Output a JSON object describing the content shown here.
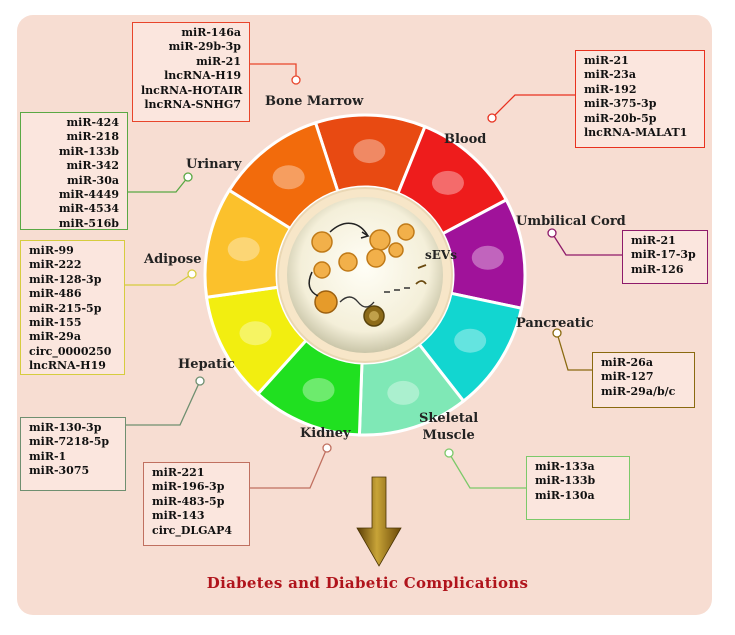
{
  "title": "Diabetes and Diabetic Complications",
  "center": {
    "label": "sEVs"
  },
  "sources": [
    {
      "name": "Bone Marrow",
      "color": "#e8452b",
      "items": [
        "miR-146a",
        "miR-29b-3p",
        "miR-21",
        "lncRNA-H19",
        "lncRNA-HOTAIR",
        "lncRNA-SNHG7"
      ]
    },
    {
      "name": "Blood",
      "color": "#e8311f",
      "items": [
        "miR-21",
        "miR-23a",
        "miR-192",
        "miR-375-3p",
        "miR-20b-5p",
        "lncRNA-MALAT1"
      ]
    },
    {
      "name": "Umbilical Cord",
      "color": "#8e1a6a",
      "items": [
        "miR-21",
        "miR-17-3p",
        "miR-126"
      ]
    },
    {
      "name": "Pancreatic",
      "color": "#8a6a10",
      "items": [
        "miR-26a",
        "miR-127",
        "miR-29a/b/c"
      ]
    },
    {
      "name": "Skeletal",
      "name2": "Muscle",
      "color": "#7cc96a",
      "items": [
        "miR-133a",
        "miR-133b",
        "miR-130a"
      ]
    },
    {
      "name": "Kidney",
      "color": "#c07060",
      "items": [
        "miR-221",
        "miR-196-3p",
        "miR-483-5p",
        "miR-143",
        "circ_DLGAP4"
      ]
    },
    {
      "name": "Hepatic",
      "color": "#6f8f70",
      "items": [
        "miR-130-3p",
        "miR-7218-5p",
        "miR-1",
        "miR-3075"
      ]
    },
    {
      "name": "Adipose",
      "color": "#d6cc3e",
      "items": [
        "miR-99",
        "miR-222",
        "miR-128-3p",
        "miR-486",
        "miR-215-5p",
        "miR-155",
        "miR-29a",
        "circ_0000250",
        "lncRNA-H19"
      ]
    },
    {
      "name": "Urinary",
      "color": "#5aa844",
      "items": [
        "miR-424",
        "miR-218",
        "miR-133b",
        "miR-342",
        "miR-30a",
        "miR-4449",
        "miR-4534",
        "miR-516b"
      ]
    }
  ],
  "ring_colors": [
    "#e84a12",
    "#ee1c1c",
    "#a0129a",
    "#12d6d0",
    "#7fe8b6",
    "#20e020",
    "#f2ee10",
    "#fbc12c",
    "#f26b0c"
  ]
}
